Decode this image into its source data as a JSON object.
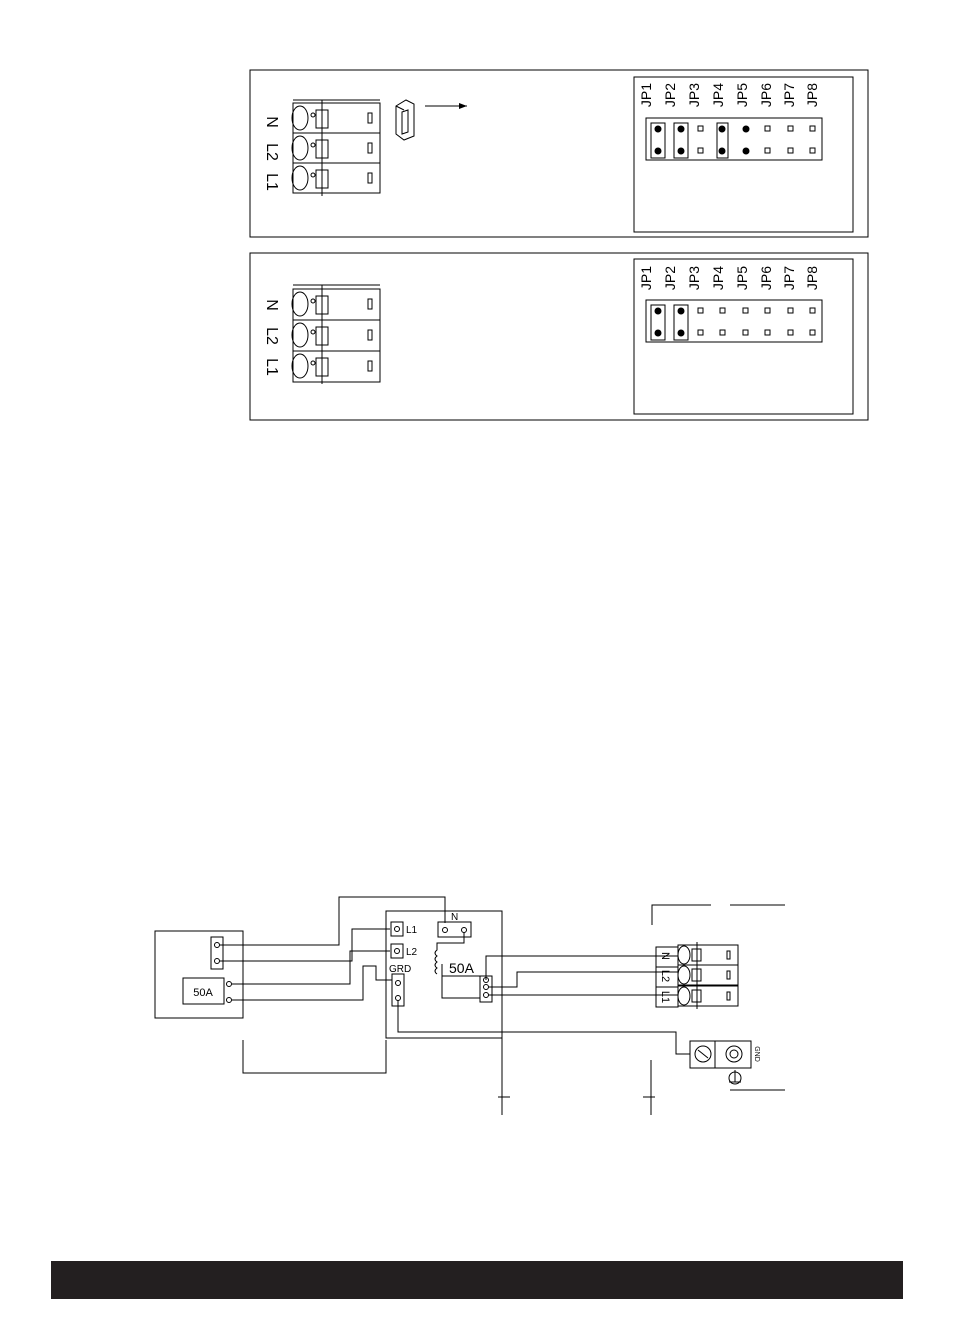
{
  "panel_top": {
    "terminal_labels": [
      "N",
      "L2",
      "L1"
    ],
    "jumper_labels": [
      "JP1",
      "JP2",
      "JP3",
      "JP4",
      "JP5",
      "JP6",
      "JP7",
      "JP8"
    ],
    "jumpers_fitted": [
      1,
      2,
      4
    ]
  },
  "panel_bottom": {
    "terminal_labels": [
      "N",
      "L2",
      "L1"
    ],
    "jumper_labels": [
      "JP1",
      "JP2",
      "JP3",
      "JP4",
      "JP5",
      "JP6",
      "JP7",
      "JP8"
    ],
    "jumpers_fitted": [
      1,
      2
    ]
  },
  "wiring": {
    "breaker_label": "50A",
    "box_terminals": [
      "L1",
      "L2",
      "GRD",
      "N"
    ],
    "inner_breaker_label": "50A",
    "unit_terminals": [
      "N",
      "L2",
      "L1"
    ],
    "gnd_label": "GND"
  }
}
